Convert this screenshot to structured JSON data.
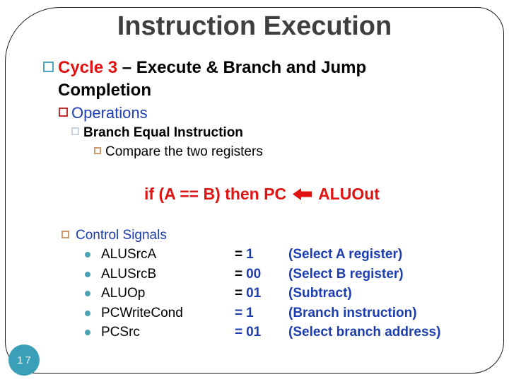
{
  "slide": {
    "page_number": "17",
    "title": "Instruction Execution",
    "cycle_bullet": {
      "highlight": "Cycle 3",
      "rest": " – Execute & Branch and Jump Completion"
    },
    "operations_label": "Operations",
    "branch_equal_label": "Branch Equal Instruction",
    "compare_label": "Compare the two registers",
    "formula": {
      "before_arrow": "if (A == B) then PC",
      "after_arrow": "ALUOut",
      "arrow": "left-arrow"
    },
    "control_signals": {
      "header": "Control Signals",
      "rows": [
        {
          "name": "ALUSrcA",
          "eq": "=",
          "value": "1",
          "comment": "(Select A register)"
        },
        {
          "name": "ALUSrcB",
          "eq": "=",
          "value": "00",
          "comment": "(Select B register)"
        },
        {
          "name": "ALUOp",
          "eq": "=",
          "value": "01",
          "comment": "(Subtract)"
        },
        {
          "name": "PCWriteCond",
          "eq": "=",
          "value": "1",
          "comment": "(Branch instruction)"
        },
        {
          "name": "PCSrc",
          "eq": "=",
          "value": "01",
          "comment": "(Select branch address)"
        }
      ]
    },
    "colors": {
      "accent_red": "#e01212",
      "accent_blue": "#1d3cae",
      "title_gray": "#3f3f3f",
      "page_circle_teal": "#3aa0ba",
      "bullet_dot_teal": "#4aa2b5",
      "bullet_square_tan": "#cf9a6e"
    }
  }
}
